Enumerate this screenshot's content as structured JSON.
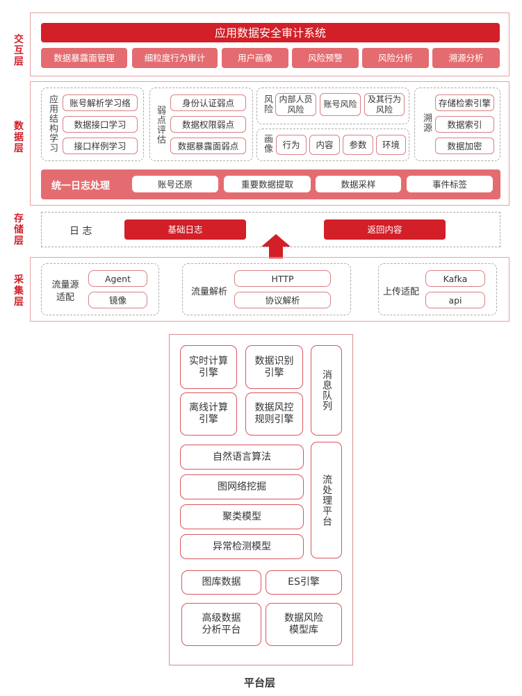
{
  "layers": {
    "interaction": "交互层",
    "data": "数据层",
    "storage": "存储层",
    "collection": "采集层",
    "platform": "平台层"
  },
  "interaction": {
    "title": "应用数据安全审计系统",
    "items": [
      "数据暴露面管理",
      "细粒度行为审计",
      "用户画像",
      "风险预警",
      "风险分析",
      "溯源分析"
    ]
  },
  "data_layer": {
    "app_structure": {
      "label": "应用结构学习",
      "items": [
        "账号解析学习络",
        "数据接口学习",
        "接口样例学习"
      ]
    },
    "weakness": {
      "label": "弱点评估",
      "items": [
        "身份认证弱点",
        "数据权限弱点",
        "数据暴露面弱点"
      ]
    },
    "risk": {
      "label": "风险",
      "items": [
        "内部人员\n风险",
        "账号风险",
        "及其行为\n风险"
      ]
    },
    "portrait": {
      "label": "画像",
      "items": [
        "行为",
        "内容",
        "参数",
        "环境"
      ]
    },
    "trace": {
      "label": "溯源",
      "items": [
        "存储检索引擎",
        "数据索引",
        "数据加密"
      ]
    },
    "unified_log": {
      "label": "统一日志处理",
      "items": [
        "账号还原",
        "重要数据提取",
        "数据采样",
        "事件标签"
      ]
    }
  },
  "storage": {
    "label": "日 志",
    "items": [
      "基础日志",
      "返回内容"
    ]
  },
  "collection": {
    "source": {
      "label": "流量源\n适配",
      "items": [
        "Agent",
        "镜像"
      ]
    },
    "parse": {
      "label": "流量解析",
      "items": [
        "HTTP",
        "协议解析"
      ]
    },
    "upload": {
      "label": "上传适配",
      "items": [
        "Kafka",
        "api"
      ]
    }
  },
  "platform": {
    "realtime": "实时计算\n引擎",
    "identify": "数据识别\n引擎",
    "offline": "离线计算\n引擎",
    "riskctl": "数据风控\n规则引擎",
    "mq": "消息队列",
    "nlp": "自然语言算法",
    "graph": "图网络挖掘",
    "cluster": "聚类模型",
    "anomaly": "异常检测模型",
    "stream": "流处理平台",
    "graphdb": "图库数据",
    "es": "ES引擎",
    "advanced": "高级数据\n分析平台",
    "riskmodel": "数据风险\n模型库"
  },
  "colors": {
    "accent": "#d21f28",
    "soft": "#e46c70",
    "border": "#e6a0a4"
  }
}
